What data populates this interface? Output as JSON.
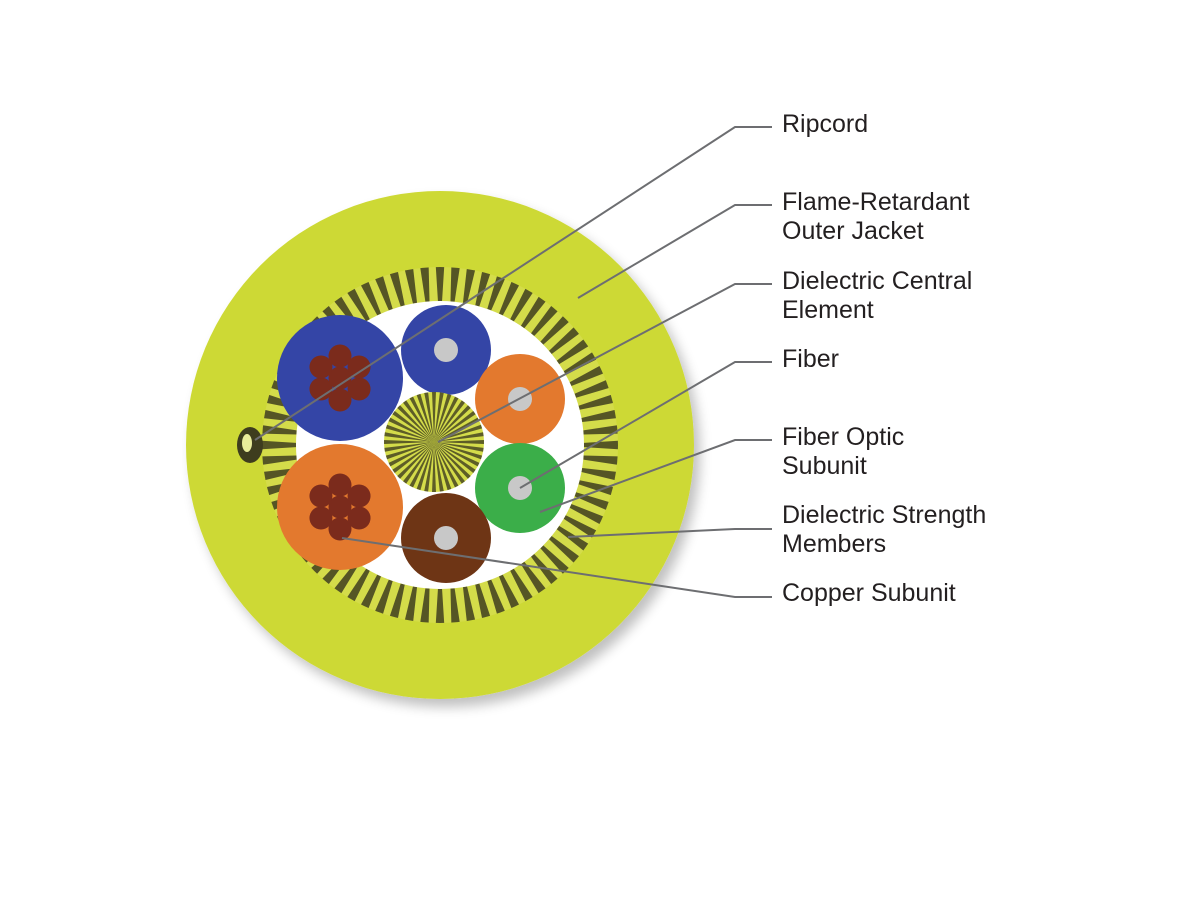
{
  "labels": {
    "ripcord": [
      "Ripcord"
    ],
    "outer_jacket": [
      "Flame-Retardant",
      "Outer Jacket"
    ],
    "central_element": [
      "Dielectric Central",
      "Element"
    ],
    "fiber": [
      "Fiber"
    ],
    "fiber_optic_subunit": [
      "Fiber Optic",
      "Subunit"
    ],
    "strength_members": [
      "Dielectric Strength",
      "Members"
    ],
    "copper_subunit": [
      "Copper Subunit"
    ]
  },
  "colors": {
    "jacket": "#cdd936",
    "strength_dark": "#3e3d1e",
    "strength_light": "#d4dc4a",
    "blue": "#3445a6",
    "orange": "#e3792e",
    "green": "#3bae49",
    "brown": "#6e3515",
    "copper": "#7b2b1c",
    "fiber_core": "#c8c8c8",
    "leader_line": "#6d6e71",
    "text": "#231f20"
  }
}
